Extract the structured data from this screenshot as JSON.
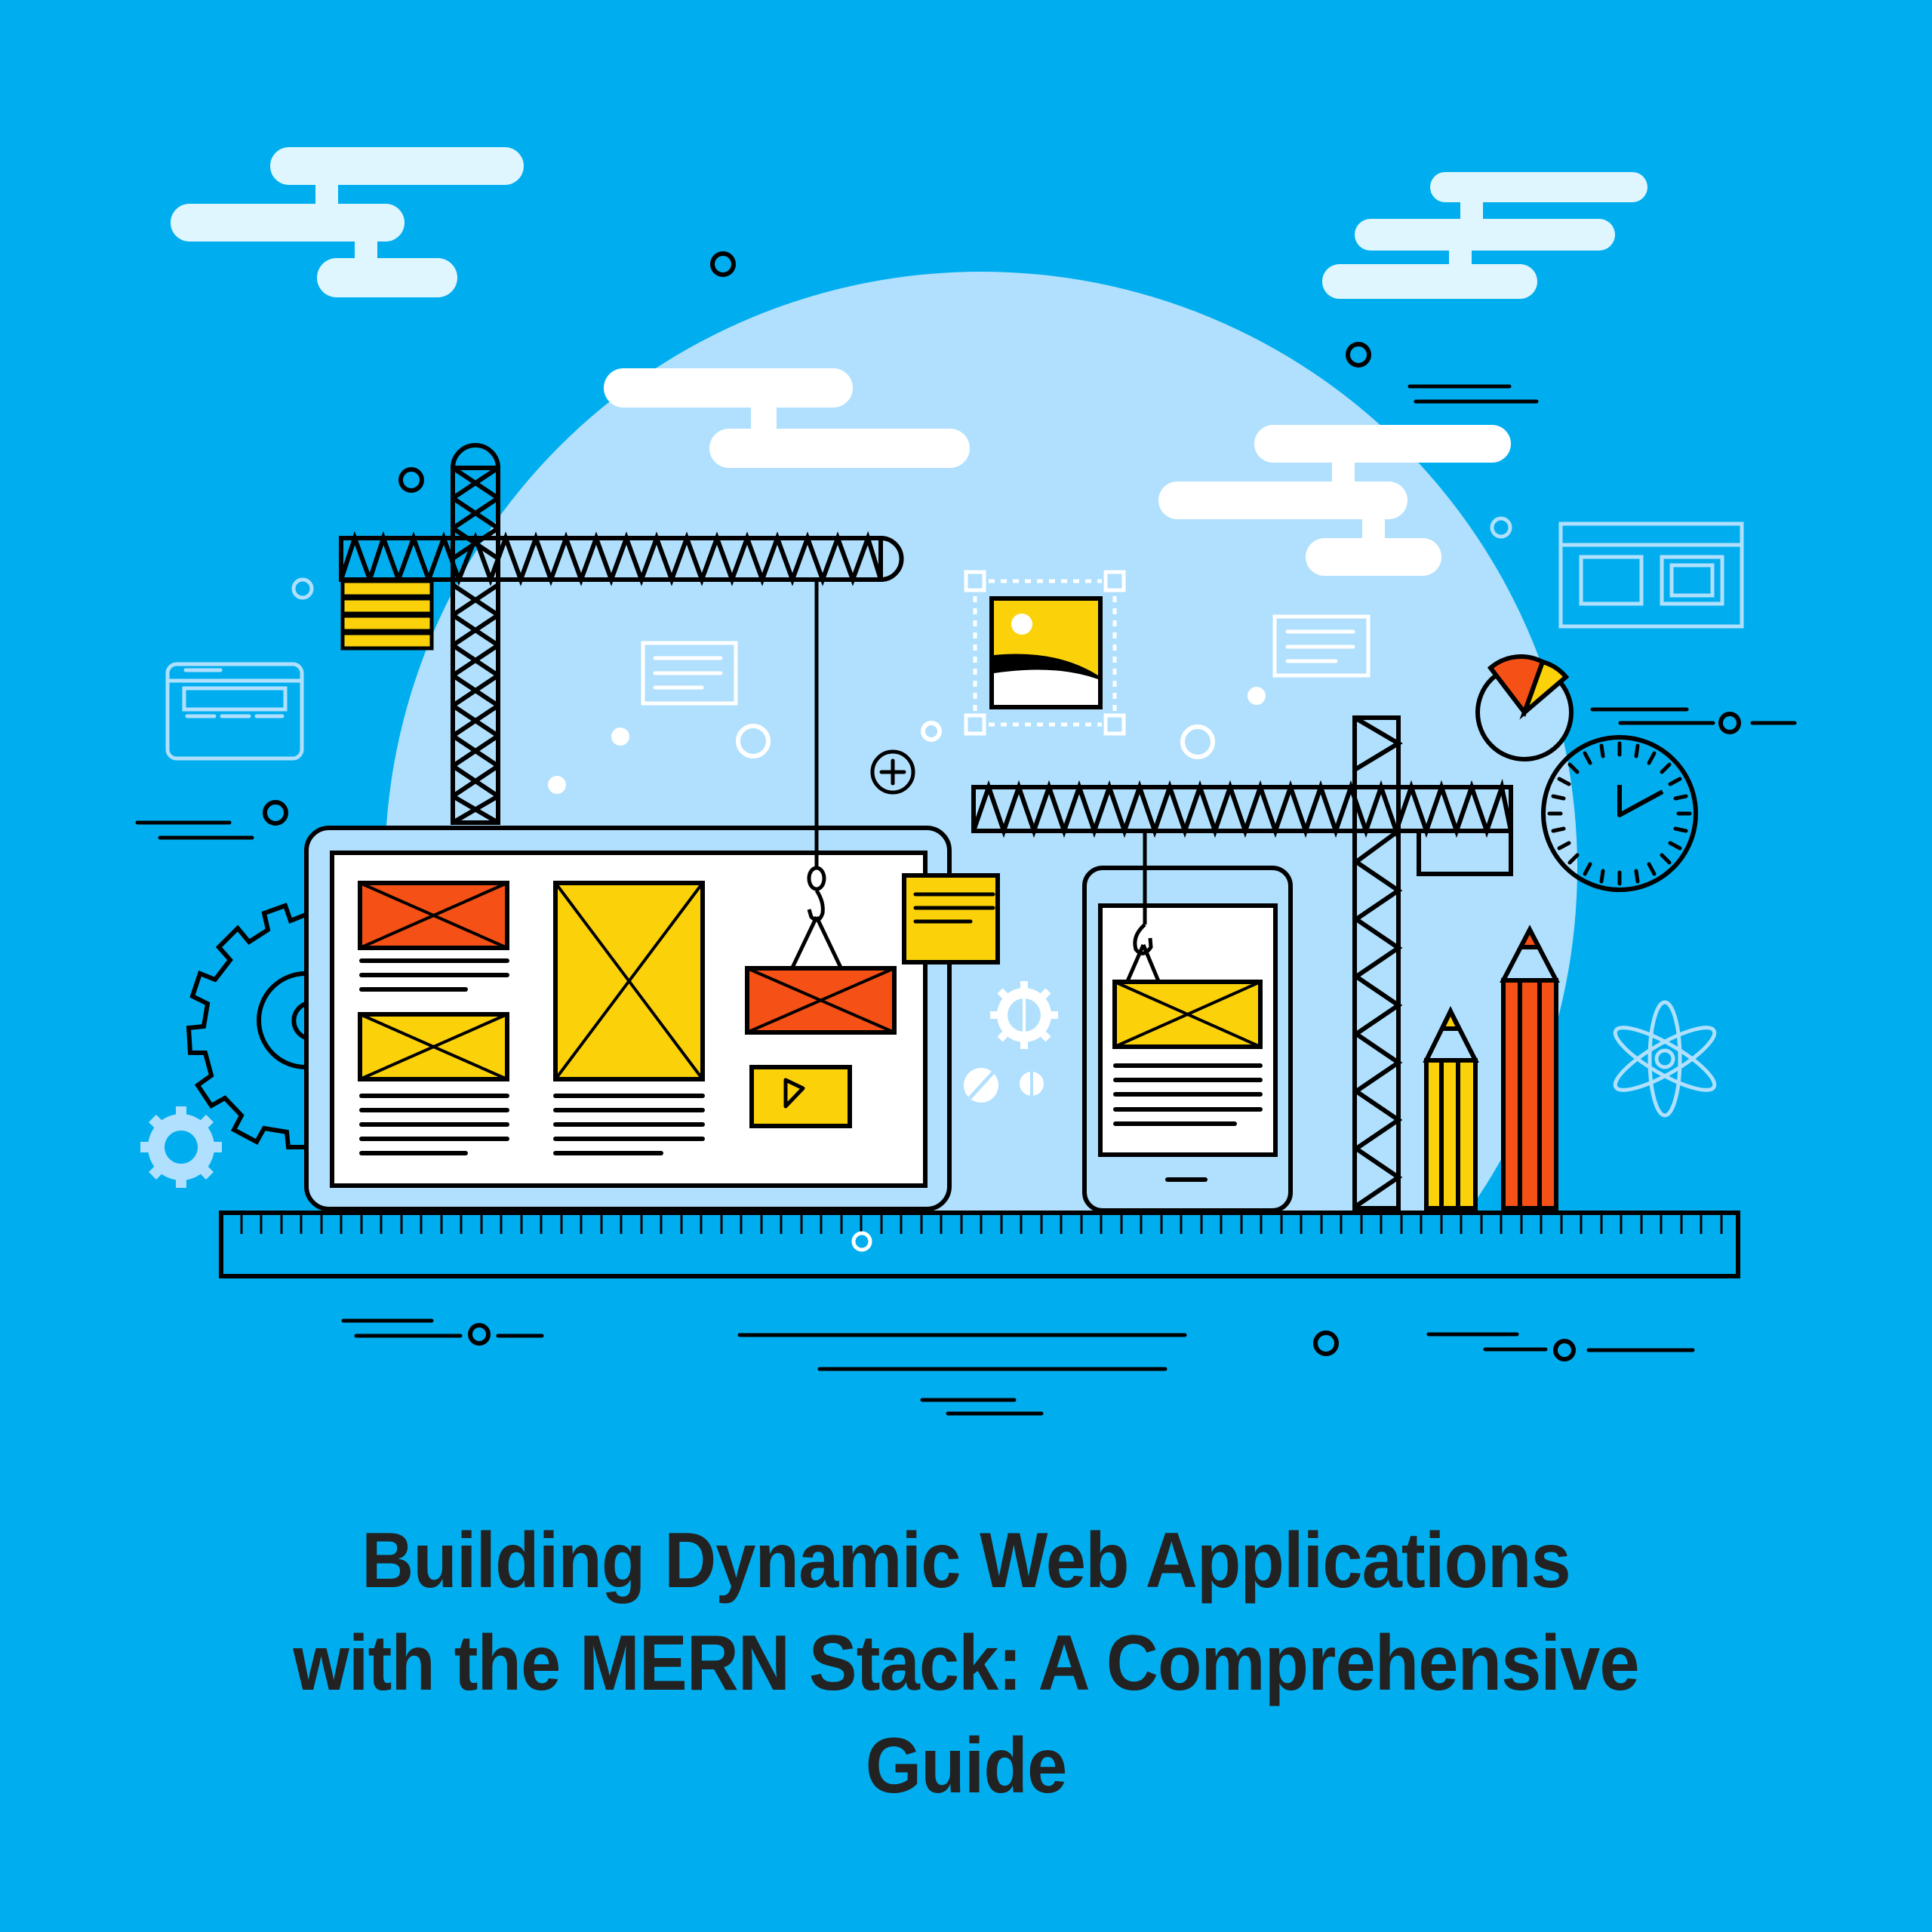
{
  "title": {
    "lines": [
      "Building Dynamic Web Applications",
      "with the MERN Stack: A Comprehensive",
      "Guide"
    ],
    "full_text": "Building Dynamic Web Applications with the MERN Stack: A Comprehensive Guide"
  },
  "colors": {
    "background": "#00aeef",
    "backdrop_circle": "#b0e0fd",
    "cloud_light": "#e0f6fe",
    "cloud_white": "#ffffff",
    "accent_yellow": "#fbd20a",
    "accent_orange": "#f55016",
    "outline": "#000000",
    "light_line": "#b0e0fd",
    "title_text": "#222222"
  },
  "illustration": {
    "description": "Flat line-art of web construction: cranes assembling a desktop wireframe and a mobile wireframe on a ruler base",
    "icons": [
      "cloud-icon",
      "tower-crane-icon",
      "counterweight-icon",
      "desktop-wireframe-icon",
      "image-placeholder-icon",
      "video-play-icon",
      "crane-hook-icon",
      "sticky-note-icon",
      "mobile-wireframe-icon",
      "pencil-icon",
      "pie-chart-icon",
      "clock-icon",
      "atom-icon",
      "gear-icon",
      "browser-window-icon",
      "card-icon",
      "plus-circle-icon",
      "ruler-icon",
      "selected-image-icon"
    ]
  }
}
